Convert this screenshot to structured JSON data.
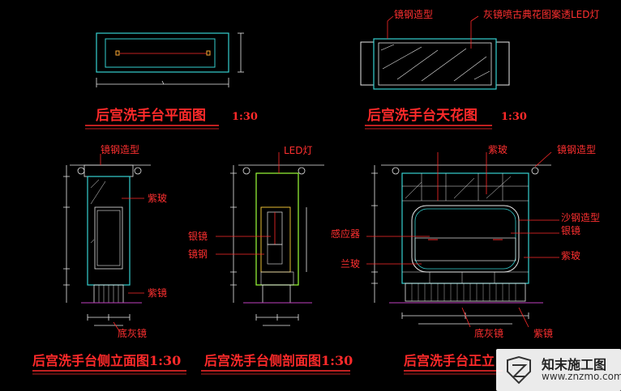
{
  "titles": {
    "plan": "后宫洗手台平面图",
    "plan_scale": "1:30",
    "ceiling": "后宫洗手台天花图",
    "ceiling_scale": "1:30",
    "side_elev": "后宫洗手台侧立面图1:30",
    "side_section": "后宫洗手台侧剖面图1:30",
    "front_elev": "后宫洗手台正立"
  },
  "labels": {
    "mirror_steel_shape_ceiling": "镜钢造型",
    "gray_mirror_led": "灰镜喷古典花图案透LED灯",
    "mirror_steel_shape_side": "镜钢造型",
    "purple_glass_side": "紫玻",
    "purple_mirror_side": "紫镜",
    "bottom_gray_mirror_side": "底灰镜",
    "led_light": "LED灯",
    "silver_mirror_section": "银镜",
    "mirror_steel_section": "镜钢",
    "purple_glass_front": "紫玻",
    "mirror_steel_shape_front": "镜钢造型",
    "sand_steel_shape": "沙钢造型",
    "silver_mirror_front": "银镜",
    "sensor": "感应器",
    "blue_glass": "兰玻",
    "purple_glass_front2": "紫玻",
    "bottom_gray_mirror_front": "底灰镜",
    "purple_mirror_front": "紫镜"
  },
  "watermark": {
    "name": "知末施工图",
    "url": "www.znzmo.com"
  },
  "colors": {
    "background": "#000000",
    "red": "#ff2a2a",
    "cyan": "#35d0d0",
    "white": "#e8e8e8",
    "green": "#9cff3a",
    "magenta": "#c040c0"
  }
}
